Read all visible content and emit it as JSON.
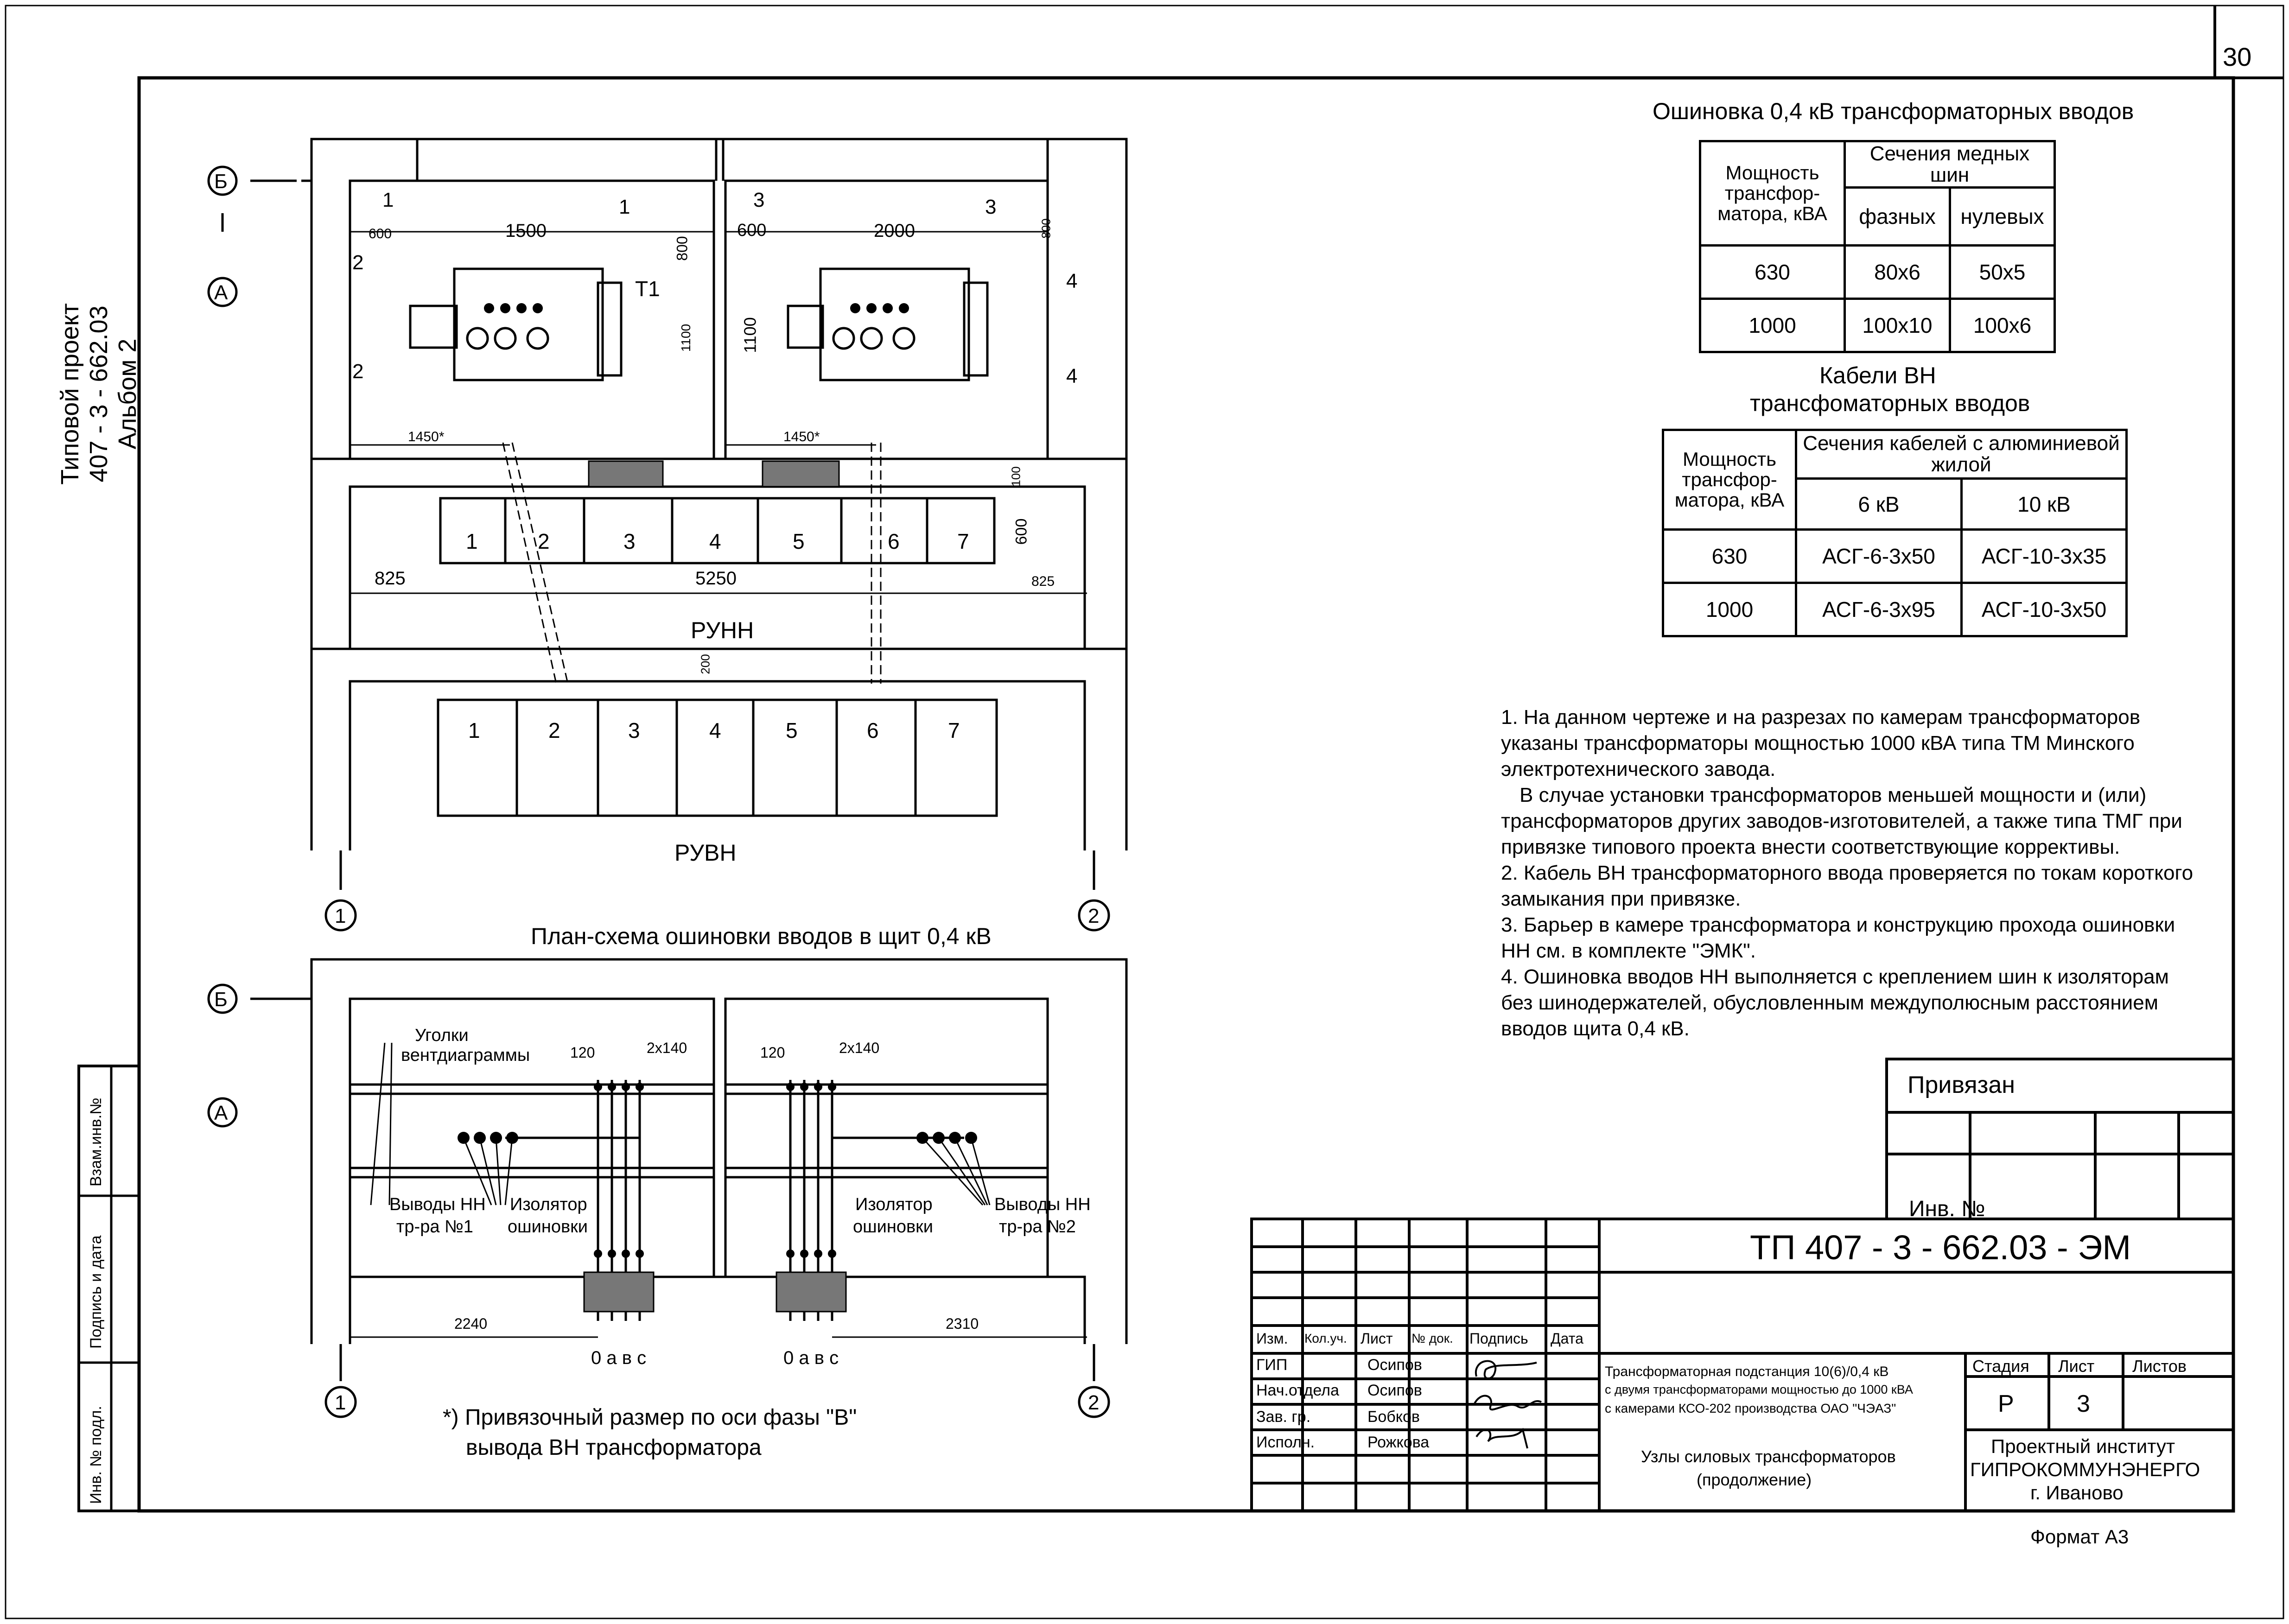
{
  "sheet": {
    "page_number": "30",
    "side_label": {
      "line1": "Типовой проект",
      "line2": "407 - 3 - 662.03",
      "line3": "Альбом 2"
    },
    "side_stamp": [
      "Взам.инв.№",
      "Подпись и дата",
      "Инв. № подл."
    ],
    "format": "Формат А3"
  },
  "plan1": {
    "caption": "План-схема ошиновки вводов в щит 0,4 кВ",
    "axis_letters": [
      "Б",
      "А"
    ],
    "axis_numbers": [
      "1",
      "2"
    ],
    "transformer_label": "Т1",
    "section_marks": [
      "1",
      "1",
      "2",
      "2",
      "3",
      "3",
      "4",
      "4"
    ],
    "dims": {
      "d600a": "600",
      "d1500": "1500",
      "d800a": "800",
      "d1100a": "1100",
      "d1450a": "1450*",
      "d600b": "600",
      "d2000": "2000",
      "d800b": "800",
      "d1100b": "1100",
      "d1450b": "1450*",
      "d825a": "825",
      "d5250": "5250",
      "d825b": "825",
      "d100": "100",
      "d600c": "600",
      "d200": "200"
    },
    "runn_cells": [
      "1",
      "2",
      "3",
      "4",
      "5",
      "6",
      "7"
    ],
    "runn_label": "РУНН",
    "ruvn_cells": [
      "1",
      "2",
      "3",
      "4",
      "5",
      "6",
      "7"
    ],
    "ruvn_label": "РУВН"
  },
  "plan2": {
    "axis_letters": [
      "Б",
      "А"
    ],
    "axis_numbers": [
      "1",
      "2"
    ],
    "labels": {
      "ugolki1": "Уголки",
      "ugolki2": "вентдиаграммы",
      "vyvody1a": "Выводы НН",
      "vyvody1b": "тр-ра №1",
      "izol1a": "Изолятор",
      "izol1b": "ошиновки",
      "izol2a": "Изолятор",
      "izol2b": "ошиновки",
      "vyvody2a": "Выводы НН",
      "vyvody2b": "тр-ра №2"
    },
    "dims": {
      "d120a": "120",
      "d2x140a": "2х140",
      "d120b": "120",
      "d2x140b": "2х140",
      "d2240": "2240",
      "d2310": "2310"
    },
    "phases": "0 а в с",
    "footnote1": "*) Привязочный размер по оси фазы \"В\"",
    "footnote2": "вывода ВН трансформатора"
  },
  "table1": {
    "title": "Ошиновка 0,4 кВ трансформаторных вводов",
    "head_power": "Мощность трансфор- матора, кВА",
    "head_section": "Сечения медных шин",
    "head_phase": "фазных",
    "head_zero": "нулевых",
    "rows": [
      {
        "power": "630",
        "phase": "80х6",
        "zero": "50х5"
      },
      {
        "power": "1000",
        "phase": "100х10",
        "zero": "100х6"
      }
    ]
  },
  "table2": {
    "title1": "Кабели ВН",
    "title2": "трансфоматорных вводов",
    "head_power": "Мощность трансфор- матора, кВА",
    "head_section": "Сечения кабелей с алюминиевой жилой",
    "head_6": "6 кВ",
    "head_10": "10 кВ",
    "rows": [
      {
        "power": "630",
        "kv6": "АСГ-6-3х50",
        "kv10": "АСГ-10-3х35"
      },
      {
        "power": "1000",
        "kv6": "АСГ-6-3х95",
        "kv10": "АСГ-10-3х50"
      }
    ]
  },
  "notes": [
    "1. На данном чертеже и на разрезах по камерам трансформаторов указаны трансформаторы мощностью 1000 кВА типа ТМ Минского электротехнического завода.",
    "В случае установки трансформаторов меньшей мощности и (или) трансформаторов других заводов-изготовителей, а также типа ТМГ при привязке типового проекта внести соответствующие коррективы.",
    "2. Кабель ВН трансформаторного ввода проверяется по токам короткого замыкания при привязке.",
    "3. Барьер в камере трансформатора и конструкцию прохода ошиновки НН см. в комплекте \"ЭМК\".",
    "4. Ошиновка вводов НН выполняется с креплением шин к изоляторам без шинодержателей, обусловленным междуполюсным расстоянием вводов щита 0,4 кВ."
  ],
  "stamp": {
    "privyazan": "Привязан",
    "inv": "Инв. №",
    "code": "ТП  407 - 3 - 662.03 - ЭМ",
    "col_heads": [
      "Изм.",
      "Кол.уч.",
      "Лист",
      "№ док.",
      "Подпись",
      "Дата"
    ],
    "roles": [
      {
        "role": "ГИП",
        "name": "Осипов"
      },
      {
        "role": "Нач.отдела",
        "name": "Осипов"
      },
      {
        "role": "Зав. гр.",
        "name": "Бобков"
      },
      {
        "role": "Исполн.",
        "name": "Рожкова"
      }
    ],
    "desc1": "Трансформаторная подстанция 10(6)/0,4 кВ",
    "desc2": "с двумя трансформаторами мощностью до 1000 кВА",
    "desc3": "с камерами КСО-202 производства ОАО \"ЧЭАЗ\"",
    "title1": "Узлы силовых трансформаторов",
    "title2": "(продолжение)",
    "stage_head": "Стадия",
    "sheet_head": "Лист",
    "sheets_head": "Листов",
    "stage": "Р",
    "sheet_no": "3",
    "org1": "Проектный институт",
    "org2": "ГИПРОКОММУНЭНЕРГО",
    "org3": "г. Иваново"
  }
}
